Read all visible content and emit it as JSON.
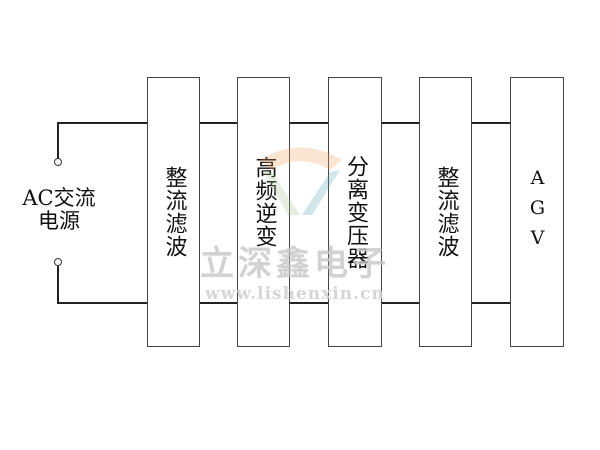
{
  "diagram": {
    "source": {
      "label_line1": "AC交流",
      "label_line2": "电源"
    },
    "blocks": [
      {
        "label": "整流滤波"
      },
      {
        "label": "高频逆变"
      },
      {
        "label": "分离变压器"
      },
      {
        "label": "整流滤波"
      },
      {
        "label": "AGV"
      }
    ],
    "watermark": {
      "company": "立深鑫电子",
      "url": "www.lishenxin.cn"
    },
    "colors": {
      "line": "#222222",
      "box_border": "#444444",
      "watermark_text": "#c8c8c8",
      "logo_orange": "#f0a060",
      "logo_teal": "#5aa8b0",
      "logo_green": "#a8c890"
    }
  }
}
